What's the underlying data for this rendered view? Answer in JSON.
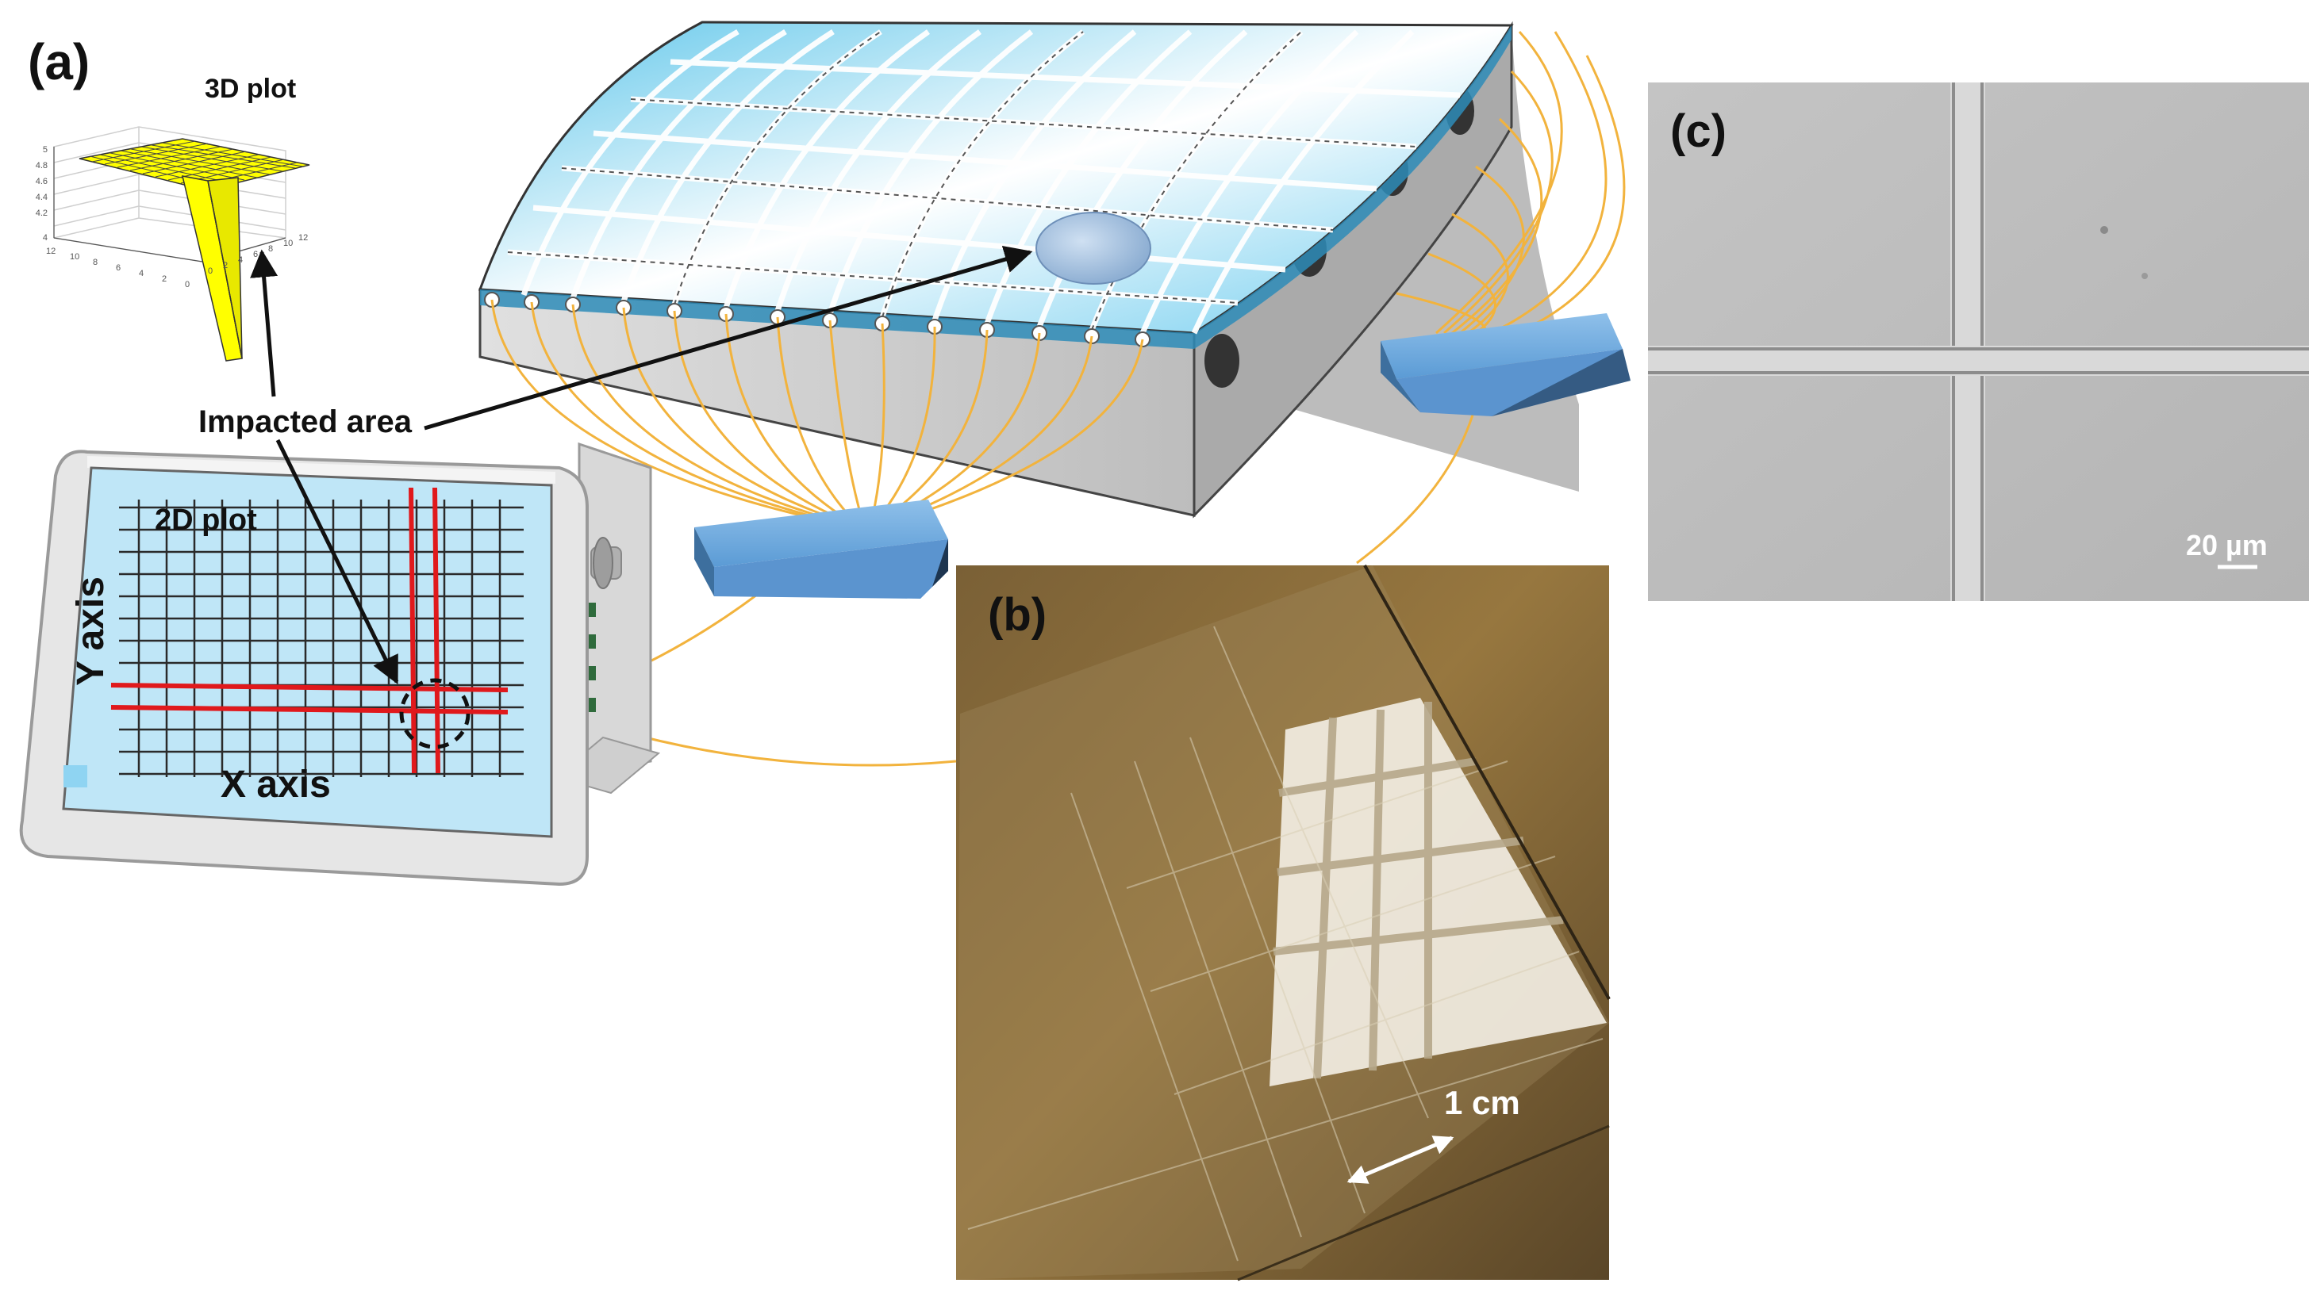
{
  "panels": {
    "a": {
      "label": "(a)"
    },
    "b": {
      "label": "(b)"
    },
    "c": {
      "label": "(c)"
    }
  },
  "plot3d": {
    "title": "3D plot",
    "z_ticks": [
      "5",
      "4.8",
      "4.6",
      "4.4",
      "4.2",
      "4"
    ],
    "y_ticks": [
      "12",
      "10",
      "8",
      "6",
      "4",
      "2",
      "0"
    ],
    "x_ticks": [
      "0",
      "2",
      "4",
      "6",
      "8",
      "10",
      "12"
    ]
  },
  "annotations": {
    "impacted_area": "Impacted area",
    "plot2d": "2D plot",
    "y_axis": "Y axis",
    "x_axis": "X axis"
  },
  "photo_b": {
    "scale_label": "1 cm"
  },
  "micrograph_c": {
    "scale_label": "20 µm"
  },
  "colors": {
    "cable": "#f2b33d",
    "grid_line": "#ffffff",
    "cell_blue": "#43b8e3",
    "screen": "#bfe6f7",
    "red_lines": "#e0191c",
    "surface_3d": "#ffff00",
    "module_blue": "#4a8ec9"
  }
}
